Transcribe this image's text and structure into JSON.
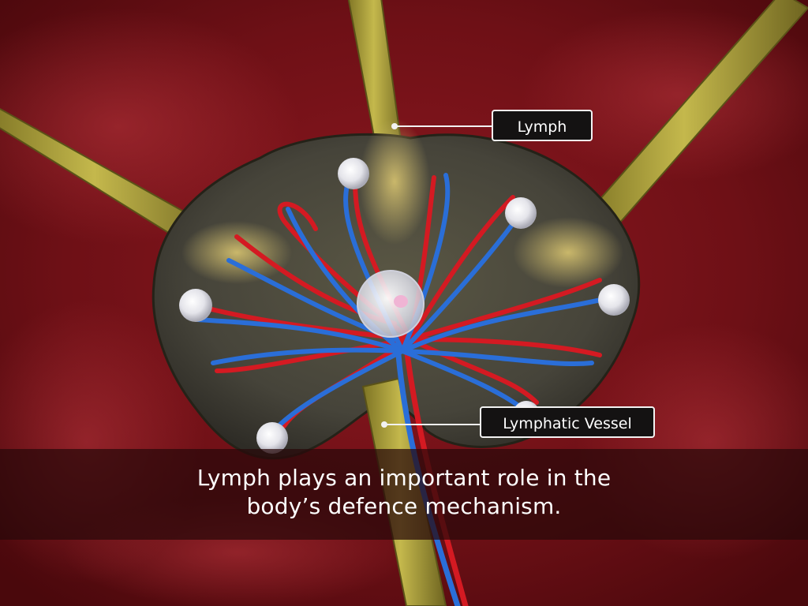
{
  "labels": {
    "lymph": "Lymph",
    "lymphatic_vessel": "Lymphatic Vessel"
  },
  "caption": {
    "line1": "Lymph plays an important role in the",
    "line2": "body’s defence mechanism."
  },
  "colors": {
    "background": "#7a1218",
    "node_tissue": "#4a4838",
    "lymph_vessel": "#b8a840",
    "artery": "#d41a22",
    "vein": "#2a6ed8",
    "lymphocyte": "#e8e8ee",
    "callout_bg": "#141212",
    "callout_border": "#f2f2f2"
  }
}
